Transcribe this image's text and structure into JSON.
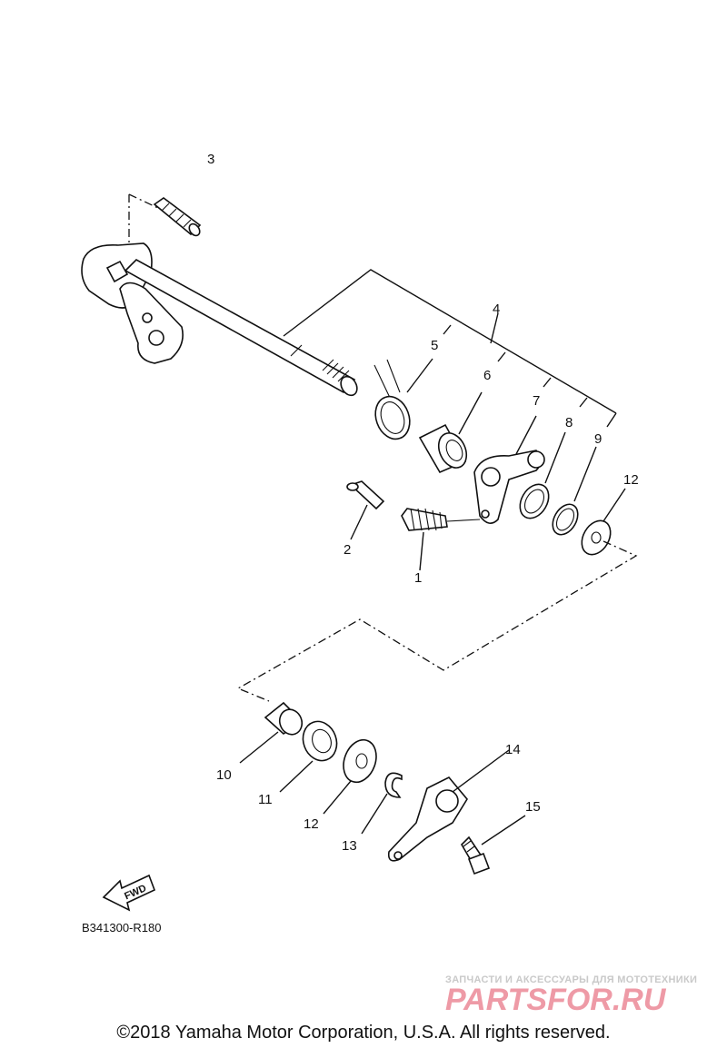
{
  "callouts": [
    {
      "number": "3"
    },
    {
      "number": "4"
    },
    {
      "number": "5"
    },
    {
      "number": "6"
    },
    {
      "number": "7"
    },
    {
      "number": "8"
    },
    {
      "number": "9"
    },
    {
      "number": "12"
    },
    {
      "number": "2"
    },
    {
      "number": "1"
    },
    {
      "number": "10"
    },
    {
      "number": "11"
    },
    {
      "number": "12"
    },
    {
      "number": "13"
    },
    {
      "number": "14"
    },
    {
      "number": "15"
    }
  ],
  "fwd_arrow": {
    "label": "FWD"
  },
  "diagram_code": "B341300-R180",
  "watermark": {
    "tagline": "ЗАПЧАСТИ И АКСЕССУАРЫ ДЛЯ МОТОТЕХНИКИ",
    "logo": "PARTSFOR.RU"
  },
  "copyright": "©2018 Yamaha Motor Corporation, U.S.A. All rights reserved."
}
